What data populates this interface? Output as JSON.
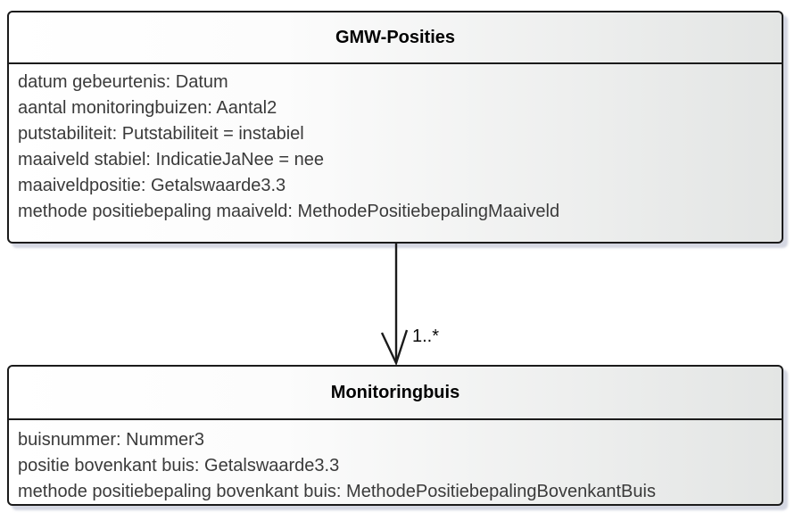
{
  "diagram": {
    "classes": [
      {
        "name": "GMW-Posities",
        "attributes": [
          "datum gebeurtenis: Datum",
          "aantal monitoringbuizen: Aantal2",
          "putstabiliteit: Putstabiliteit = instabiel",
          "maaiveld stabiel: IndicatieJaNee = nee",
          "maaiveldpositie: Getalswaarde3.3",
          "methode positiebepaling maaiveld: MethodePositiebepalingMaaiveld"
        ]
      },
      {
        "name": "Monitoringbuis",
        "attributes": [
          "buisnummer: Nummer3",
          "positie bovenkant buis: Getalswaarde3.3",
          "methode positiebepaling bovenkant buis: MethodePositiebepalingBovenkantBuis"
        ]
      }
    ],
    "association": {
      "multiplicity": "1..*",
      "direction": "GMW-Posities to Monitoringbuis"
    },
    "colors": {
      "border": "#1b1b1b",
      "fill_start": "#ffffff",
      "fill_end": "#e3e5e4",
      "shadow": "#aab0c6",
      "attribute_text": "#3a3a3a",
      "title_text": "#000000"
    }
  }
}
